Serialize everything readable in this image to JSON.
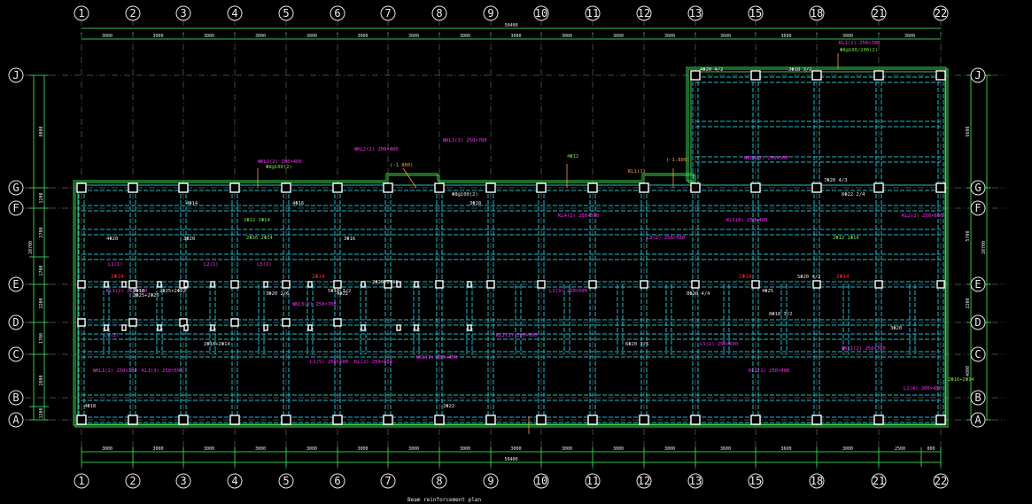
{
  "axes": {
    "columns": [
      "1",
      "2",
      "3",
      "4",
      "5",
      "6",
      "7",
      "8",
      "9",
      "10",
      "11",
      "12",
      "13",
      "15",
      "18",
      "21",
      "22"
    ],
    "rows": [
      "A",
      "B",
      "C",
      "D",
      "E",
      "F",
      "G",
      "J"
    ]
  },
  "dimensions": {
    "top_spans": [
      "3000",
      "3000",
      "3000",
      "3000",
      "3000",
      "3000",
      "3000",
      "3000",
      "3000",
      "3000",
      "3000",
      "3000",
      "3600",
      "3600",
      "3000",
      "3000"
    ],
    "top_total": "50400",
    "bottom_spans": [
      "3000",
      "3000",
      "3000",
      "3000",
      "3000",
      "3000",
      "3000",
      "3000",
      "3000",
      "3000",
      "3000",
      "3000",
      "3600",
      "3600",
      "3000",
      "2500",
      "800"
    ],
    "bottom_total": "50400",
    "left_spans": [
      "1200",
      "2800",
      "1700",
      "2200",
      "1700",
      "2700",
      "1200",
      "8000"
    ],
    "left_total": "20700",
    "right_spans": [
      "800",
      "4800",
      "2200",
      "5700",
      "6600"
    ],
    "right_total": "20700"
  },
  "beam_labels": {
    "magenta": [
      "KL1(2) 250×700",
      "WKL1(2) 200×400",
      "WKL2(2) 200×400",
      "WKL1(3) 250×700",
      "KL1(2) 250×500",
      "L1(1)",
      "L2(1)",
      "L3(1)",
      "L4(1)",
      "WKL3(2) 250×700",
      "WKL4(2) 250×500",
      "KL1(6) 250×400",
      "KL2(2) 250×600",
      "WKL1(2) 250×700",
      "L1(5) 250×500",
      "KL1(3) 250×500",
      "KL(2) 250×600",
      "WKL(2) 200×450",
      "KL2(1) 250×600",
      "L1(3) 250×500",
      "L3(2) 250×500",
      "KL4(2) 250×500",
      "L1(2) 250×600",
      "KL1(1) 250×400",
      "WKL1(2) 250×700",
      "L1(4) 200×400"
    ],
    "green": [
      "2Φ12 2Φ14",
      "2Φ16 2Φ14",
      "2Φ12 2Φ16",
      "Φ8@100/200(2)",
      "Φ8@100(2)",
      "4Φ12",
      "2Φ16+2Φ14"
    ],
    "white": [
      "4Φ14",
      "4Φ16",
      "3Φ18",
      "4Φ20",
      "3Φ20",
      "2Φ18",
      "3Φ16",
      "4Φ18",
      "2Φ25+2Φ22",
      "2Φ25+2Φ20",
      "3Φ20 2/6",
      "2Φ16+2Φ14",
      "4Φ22",
      "5Φ18 3/2",
      "4Φ25",
      "2Φ20+2Φ16",
      "2Φ22",
      "Φ8@100(2)",
      "4Φ20 4/2",
      "3Φ18 3/2",
      "6Φ22 2/4",
      "7Φ20 4/3",
      "5Φ20 4/2",
      "8Φ18 3/2",
      "6Φ20 3/5",
      "3Φ20",
      "8Φ20 4/4"
    ],
    "red": [
      "2Φ14",
      "2Φ14",
      "2Φ14",
      "2Φ14"
    ],
    "orange": [
      "(-1.800)",
      "(-1.800)",
      "KL1(1)"
    ]
  },
  "bottom_title": "Beam reinforcement plan"
}
